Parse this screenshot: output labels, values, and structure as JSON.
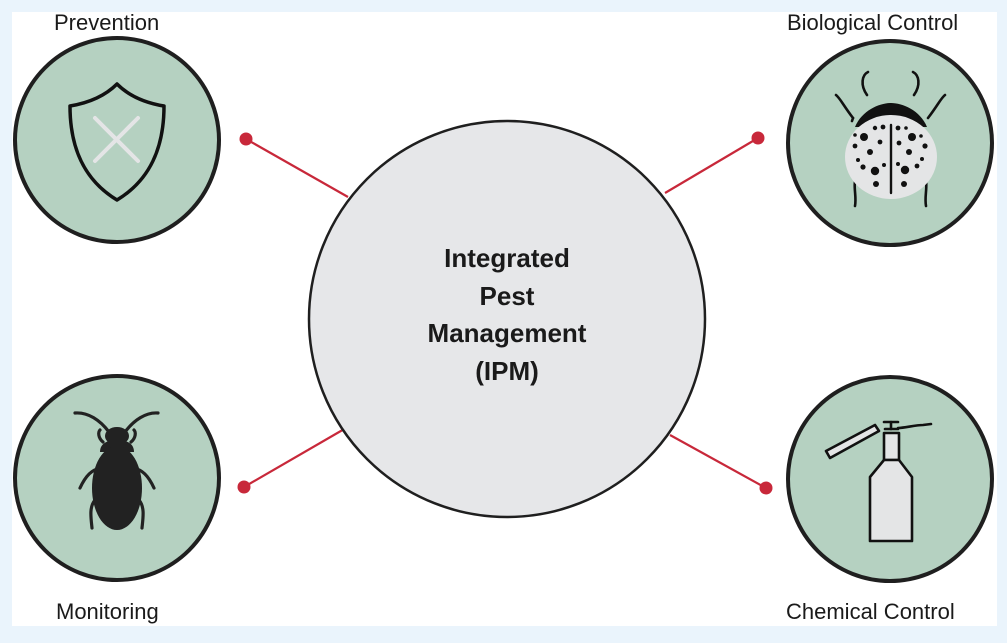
{
  "diagram": {
    "center": {
      "title_lines": [
        "Integrated",
        "Pest",
        "Management",
        "(IPM)"
      ]
    },
    "nodes": [
      {
        "id": "prevention",
        "label": "Prevention",
        "icon": "shield-x-icon"
      },
      {
        "id": "biological-control",
        "label": "Biological Control",
        "icon": "ladybug-icon"
      },
      {
        "id": "monitoring",
        "label": "Monitoring",
        "icon": "beetle-icon"
      },
      {
        "id": "chemical-control",
        "label": "Chemical Control",
        "icon": "sprayer-icon"
      }
    ],
    "colors": {
      "background": "#eaf4fc",
      "panel": "#ffffff",
      "node_fill": "#b5d1c1",
      "center_fill": "#e6e7e9",
      "outline": "#1f1f1f",
      "connector": "#c8283a",
      "icon_light": "#e4e5e6",
      "icon_dark": "#222222"
    }
  }
}
